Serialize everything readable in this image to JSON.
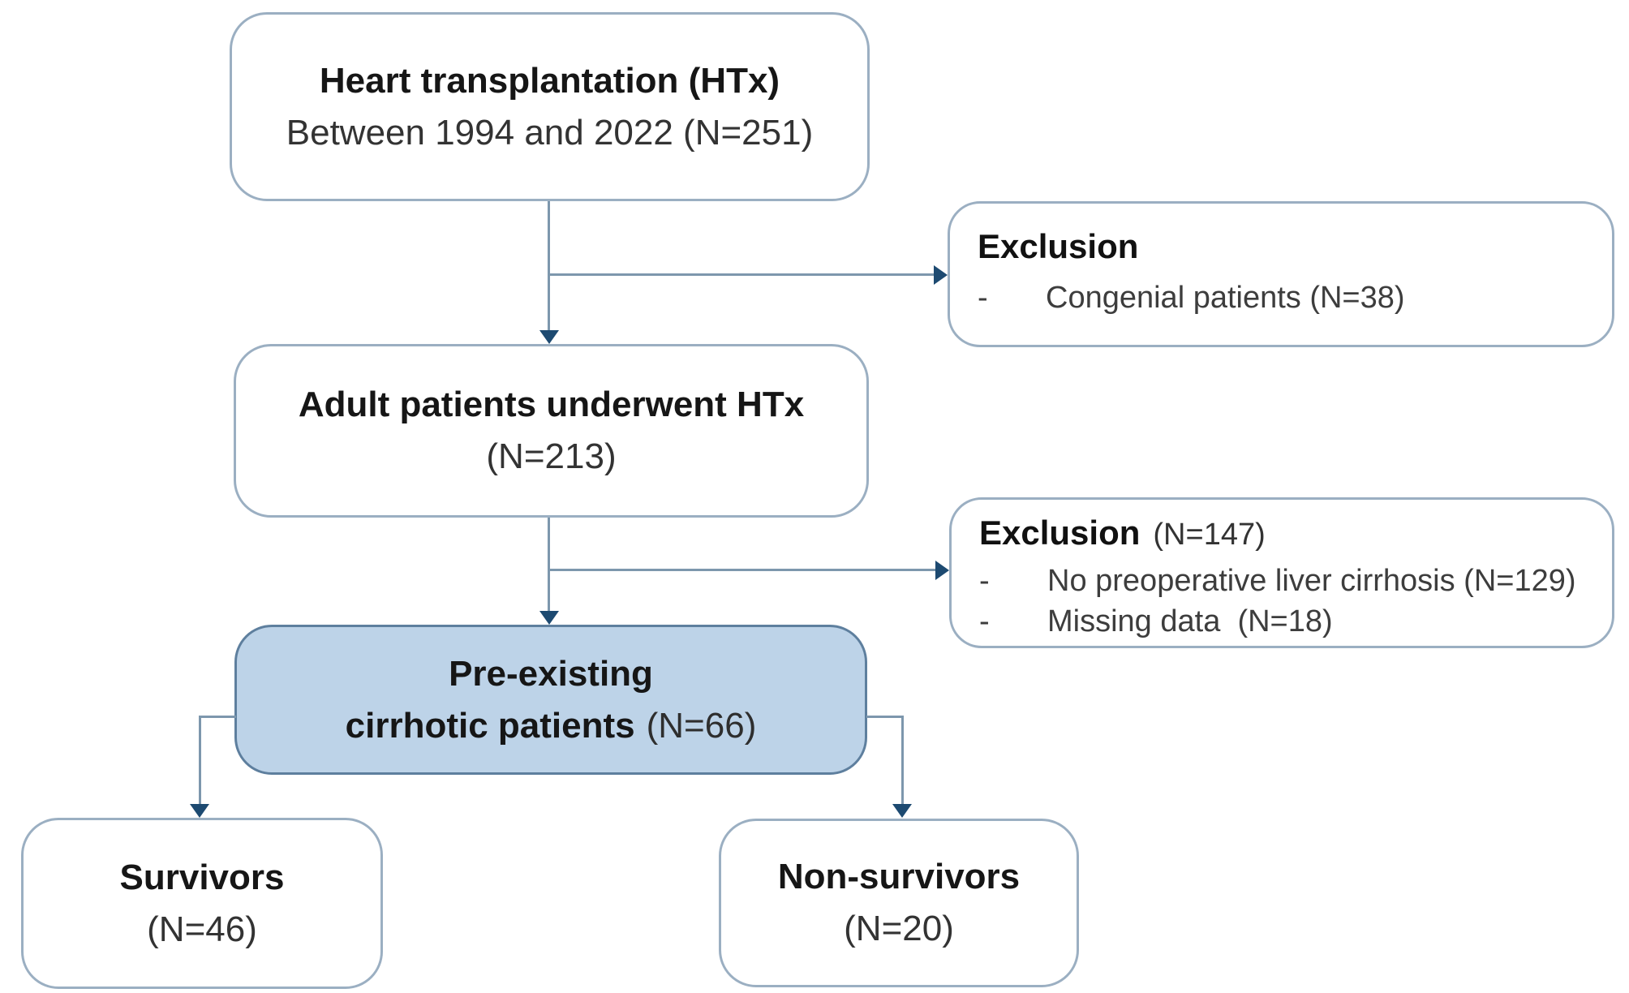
{
  "colors": {
    "box-border": "#9bafc2",
    "accent-fill": "#bdd3e8",
    "accent-border": "#5e7f9e",
    "line": "#7d97ad",
    "arrow": "#1d4a71"
  },
  "diagram": {
    "bullet": "-",
    "htx": {
      "title": "Heart transplantation (HTx)",
      "subtitle": "Between 1994 and 2022 (N=251)"
    },
    "exclusion1": {
      "title": "Exclusion",
      "items": [
        "Congenial patients (N=38)"
      ]
    },
    "adult": {
      "title": "Adult patients underwent HTx",
      "subtitle": "(N=213)"
    },
    "exclusion2": {
      "title": "Exclusion",
      "suffix": "(N=147)",
      "items": [
        "No preoperative liver cirrhosis (N=129)",
        "Missing data  (N=18)"
      ]
    },
    "cirrhotic": {
      "line1": "Pre-existing",
      "line2_bold": "cirrhotic patients",
      "line2_normal": "(N=66)"
    },
    "survivors": {
      "title": "Survivors",
      "subtitle": "(N=46)"
    },
    "nonsurvivors": {
      "title": "Non-survivors",
      "subtitle": "(N=20)"
    }
  }
}
